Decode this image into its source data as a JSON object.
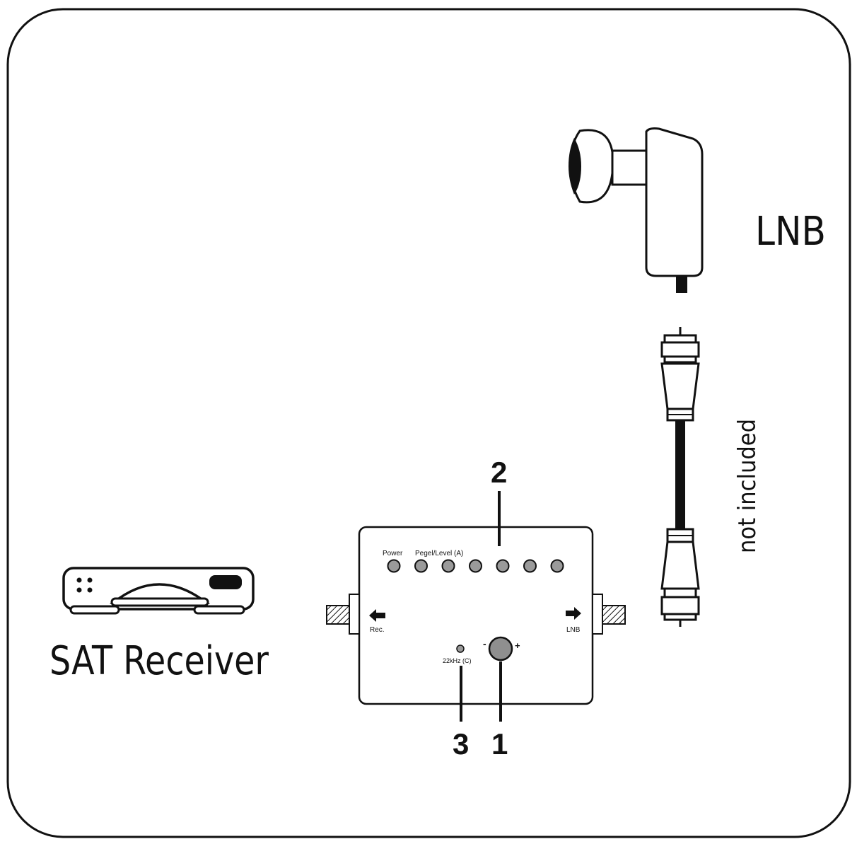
{
  "labels": {
    "receiver": "SAT Receiver",
    "lnb": "LNB",
    "not_included": "not included",
    "power": "Power",
    "level": "Pegel/Level (A)",
    "rec": "Rec.",
    "lnb_port": "LNB",
    "tone": "22kHz (C)",
    "minus": "-",
    "plus": "+",
    "callout_1": "1",
    "callout_2": "2",
    "callout_3": "3"
  },
  "device": {
    "led_count": 7
  },
  "colors": {
    "stroke": "#111111",
    "led_fill": "#9a9a9a",
    "knob_fill": "#8f8f8f",
    "background": "#ffffff"
  }
}
